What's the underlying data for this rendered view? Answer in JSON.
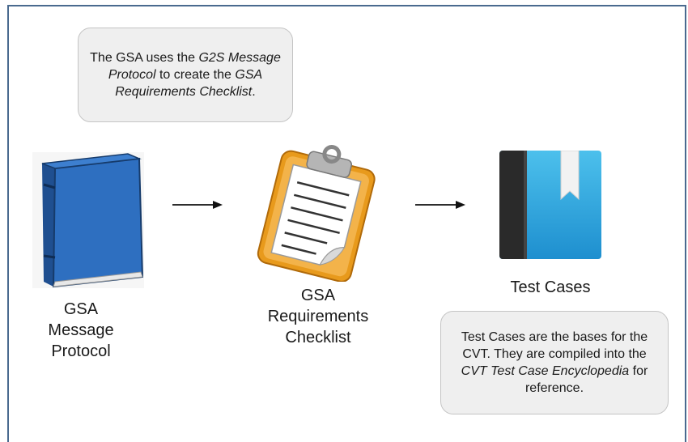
{
  "callout_top": {
    "t1": "The GSA uses the ",
    "t2": "G2S Message Protocol",
    "t3": " to create the ",
    "t4": "GSA Requirements Checklist",
    "t5": "."
  },
  "nodes": {
    "book_label_lines": [
      "GSA",
      "Message",
      "Protocol"
    ],
    "checklist_label_lines": [
      "GSA",
      "Requirements",
      "Checklist"
    ],
    "test_label": "Test Cases"
  },
  "callout_bottom": {
    "t1": "Test Cases are the bases for the CVT. They are compiled into the ",
    "t2": "CVT Test Case Encyclopedia",
    "t3": " for reference."
  },
  "icons": {
    "book": "blue-book-icon",
    "clipboard": "clipboard-checklist-icon",
    "test": "bookmarked-book-icon"
  },
  "colors": {
    "frame": "#4a6a8f",
    "book_blue": "#2e6fc0",
    "clipboard_orange": "#e89a1c",
    "test_blue": "#2aa3dc"
  }
}
